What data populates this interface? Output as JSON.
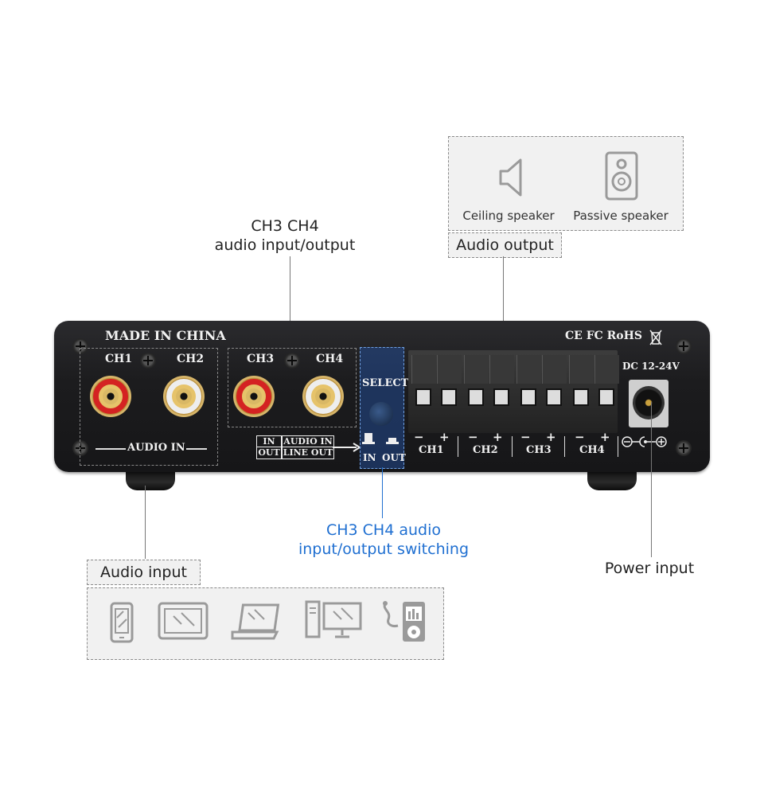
{
  "callouts": {
    "ch34_io": [
      "CH3 CH4",
      "audio input/output"
    ],
    "audio_output": "Audio output",
    "switching": [
      "CH3 CH4 audio",
      "input/output switching"
    ],
    "power_input": "Power input",
    "audio_input": "Audio input"
  },
  "speakers": {
    "ceiling": "Ceiling speaker",
    "passive": "Passive speaker"
  },
  "device": {
    "made_in": "MADE IN CHINA",
    "cert": "CE FC RoHS",
    "dc": "DC 12-24V",
    "ch1": "CH1",
    "ch2": "CH2",
    "ch3": "CH3",
    "ch4": "CH4",
    "audio_in": "AUDIO IN",
    "select": "SELECT",
    "in_box": "IN",
    "out_box": "OUT",
    "audio_in_box": "AUDIO IN",
    "line_out_box": "LINE OUT",
    "switch_in": "IN",
    "switch_out": "OUT",
    "term_labels": [
      "CH1",
      "CH2",
      "CH3",
      "CH4"
    ],
    "term_polarity": [
      "−",
      "+"
    ]
  },
  "input_devices": [
    "phone-icon",
    "tablet-icon",
    "laptop-icon",
    "desktop-pc-icon",
    "mp3-player-icon"
  ],
  "colors": {
    "accent_blue": "#1f6fd1",
    "rca_red": "#d42222",
    "chassis": "#1c1c1e"
  }
}
